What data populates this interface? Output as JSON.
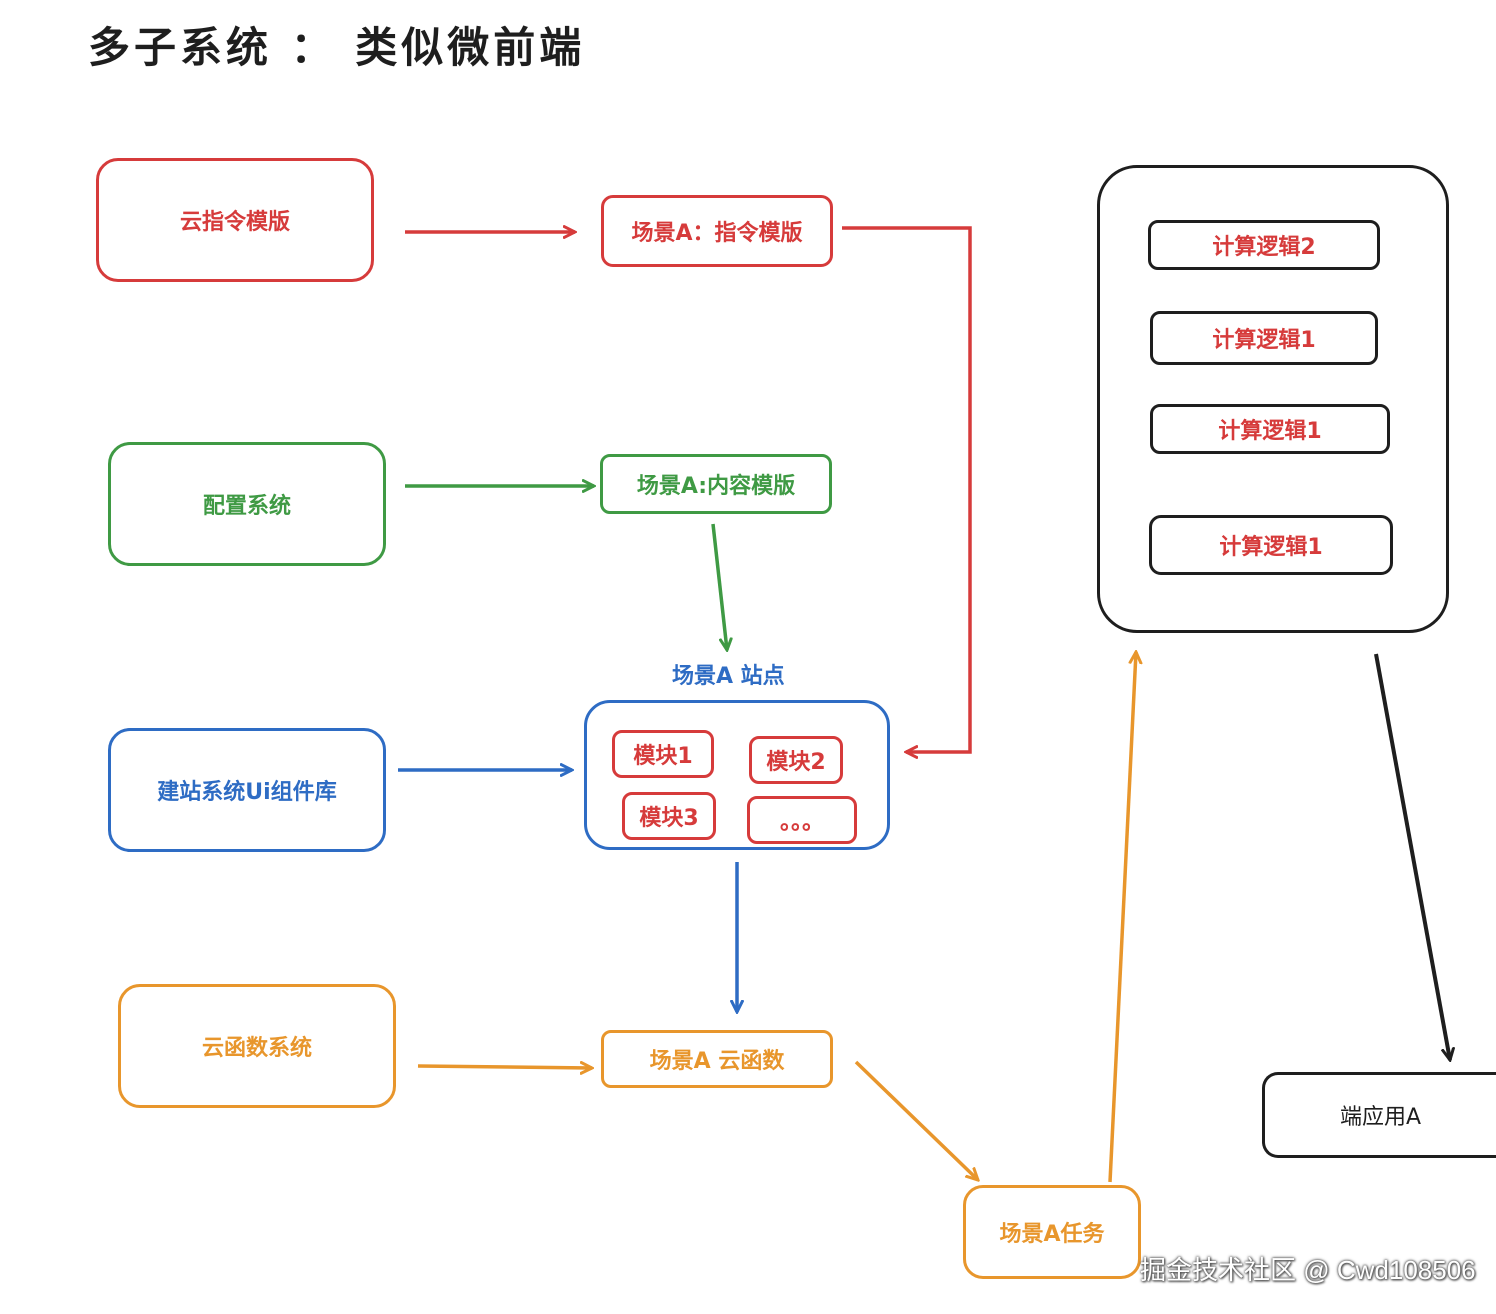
{
  "title": "多子系统 ： 类似微前端",
  "nodes": {
    "cloud_cmd_template": "云指令模版",
    "scene_cmd_template": "场景A：指令模版",
    "config_system": "配置系统",
    "scene_content_template": "场景A:内容模版",
    "site_ui_lib": "建站系统Ui组件库",
    "scene_site_title": "场景A 站点",
    "module1": "模块1",
    "module2": "模块2",
    "module3": "模块3",
    "module_more": "。。。",
    "cloud_func_system": "云函数系统",
    "scene_cloud_func": "场景A 云函数",
    "scene_task": "场景A任务",
    "calc_logic": [
      "计算逻辑2",
      "计算逻辑1",
      "计算逻辑1",
      "计算逻辑1"
    ],
    "end_app": "端应用A"
  },
  "watermark": "掘金技术社区 @ Cwd108506",
  "colors": {
    "red": "#d63b3b",
    "green": "#3f9a44",
    "blue": "#2e6cc4",
    "orange": "#e8962c",
    "black": "#1e1e1e"
  }
}
